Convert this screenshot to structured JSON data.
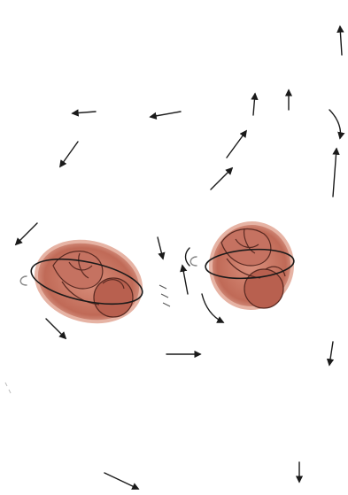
{
  "figure": {
    "background": "#ffffff",
    "line_color": "#1a1a1a",
    "womb_fill": "#c97a68",
    "womb_edge": "#e6b3a4",
    "fetus_fill": "#b8604f",
    "fetus_line": "#5a2a22",
    "figures": [
      {
        "name": "left-pregnant-figure",
        "icon": "pregnant-woman-profile-slouched"
      },
      {
        "name": "right-pregnant-figure",
        "icon": "pregnant-woman-profile-upright"
      }
    ]
  }
}
